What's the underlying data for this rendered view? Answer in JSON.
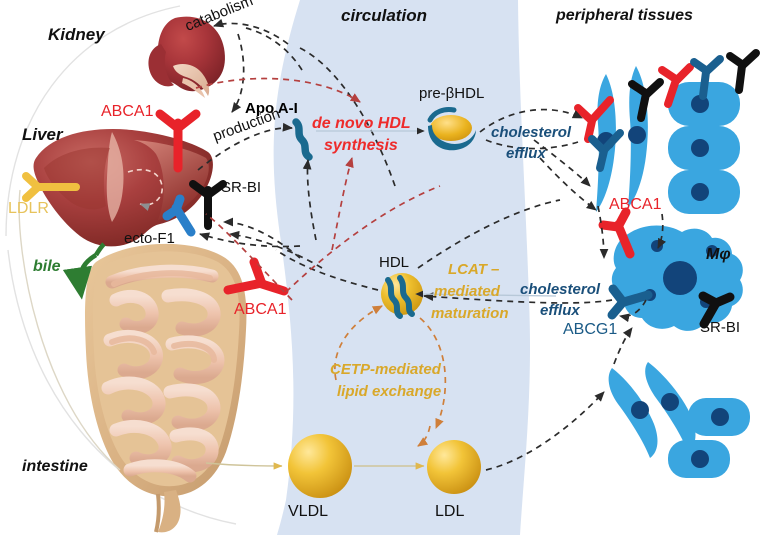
{
  "figure": {
    "title_regions": {
      "circulation": "circulation",
      "peripheral": "peripheral tissues"
    },
    "organ_labels": {
      "kidney": "Kidney",
      "liver": "Liver",
      "intestine": "intestine"
    },
    "process_labels": {
      "catabolism": "catabolism",
      "production": "production",
      "bile": "bile",
      "de_novo_line1": "de novo HDL",
      "de_novo_line2": "synthesis",
      "lcat_line1": "LCAT –",
      "lcat_line2": "mediated",
      "lcat_line3": "maturation",
      "cetp_line1": "CETP-mediated",
      "cetp_line2": "lipid exchange",
      "efflux_top_line1": "cholesterol",
      "efflux_top_line2": "efflux",
      "efflux_mid_line1": "cholesterol",
      "efflux_mid_line2": "efflux"
    },
    "particle_labels": {
      "apoai": "Apo A-I",
      "prebeta": "pre-βHDL",
      "hdl": "HDL",
      "vldl": "VLDL",
      "ldl": "LDL"
    },
    "receptor_labels": {
      "abca1_liver": "ABCA1",
      "abca1_intestine": "ABCA1",
      "abca1_macrophage": "ABCA1",
      "ldlr": "LDLR",
      "srbi_liver": "SR-BI",
      "srbi_macrophage": "SR-BI",
      "ectof1": "ecto-F1",
      "abcg1": "ABCG1",
      "macrophage": "Mφ"
    },
    "colors": {
      "circulation_band": "#d7e2f2",
      "abca1_red": "#e8232a",
      "srbi_black": "#101010",
      "ectof1_blue": "#2a7fc9",
      "ldlr_gold": "#f0c040",
      "abcg1_navy": "#1a5f8f",
      "cell_blue": "#3aa6e0",
      "nucleus_navy": "#12447a",
      "lipid_gold": "#e8b61f",
      "apoai_teal": "#1a6a8f",
      "dashed_dark": "#2b2b2b",
      "dashed_red": "#b5403f",
      "dashed_orange": "#d08a45",
      "bile_green": "#2e7d32"
    }
  }
}
